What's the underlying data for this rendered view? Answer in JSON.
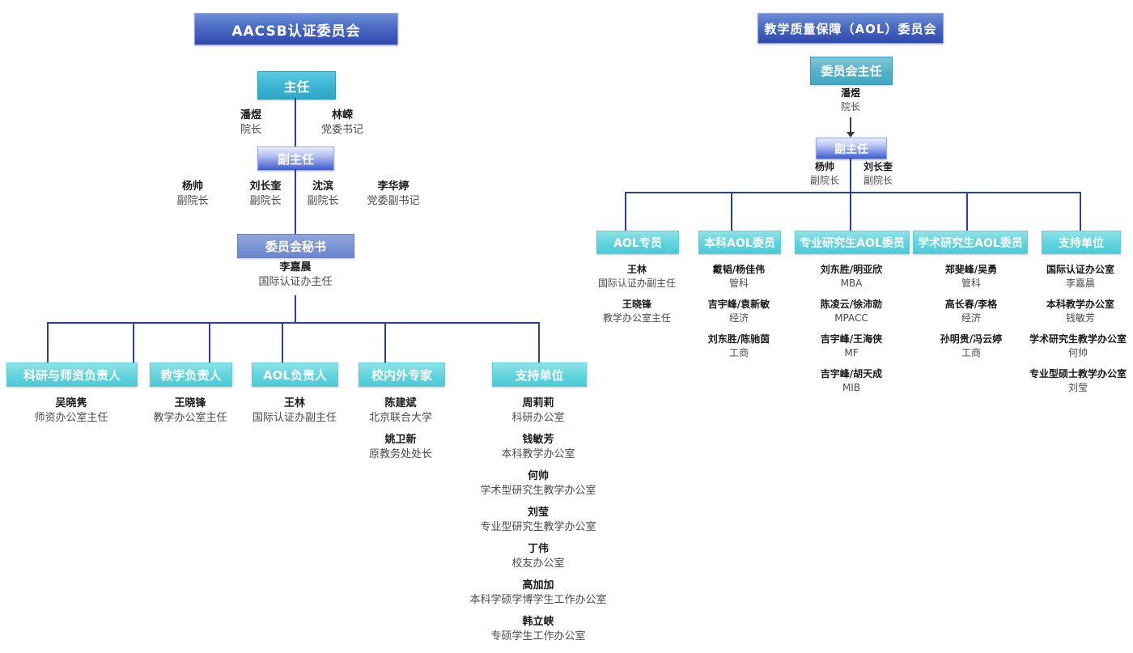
{
  "left_chart": {
    "banner": "AACSB认证委员会",
    "director_box": "主任",
    "director_people": [
      {
        "name": "潘煜",
        "role": "院长"
      },
      {
        "name": "林嵘",
        "role": "党委书记"
      }
    ],
    "vice_director_box": "副主任",
    "vice_director_people": [
      {
        "name": "杨帅",
        "role": "副院长"
      },
      {
        "name": "刘长奎",
        "role": "副院长"
      },
      {
        "name": "沈滨",
        "role": "副院长"
      },
      {
        "name": "李华婷",
        "role": "党委副书记"
      }
    ],
    "secretary_box": "委员会秘书",
    "secretary_person": {
      "name": "李嘉晨",
      "role": "国际认证办主任"
    },
    "columns": [
      {
        "title": "科研与师资负责人",
        "members": [
          {
            "name": "吴晓隽",
            "role": "师资办公室主任"
          }
        ]
      },
      {
        "title": "教学负责人",
        "members": [
          {
            "name": "王晓锋",
            "role": "教学办公室主任"
          }
        ]
      },
      {
        "title": "AOL负责人",
        "members": [
          {
            "name": "王林",
            "role": "国际认证办副主任"
          }
        ]
      },
      {
        "title": "校内外专家",
        "members": [
          {
            "name": "陈建斌",
            "role": "北京联合大学"
          },
          {
            "name": "姚卫新",
            "role": "原教务处处长"
          }
        ]
      },
      {
        "title": "支持单位",
        "members": [
          {
            "name": "周莉莉",
            "role": "科研办公室"
          },
          {
            "name": "钱敏芳",
            "role": "本科教学办公室"
          },
          {
            "name": "何帅",
            "role": "学术型研究生教学办公室"
          },
          {
            "name": "刘莹",
            "role": "专业型研究生教学办公室"
          },
          {
            "name": "丁伟",
            "role": "校友办公室"
          },
          {
            "name": "高加加",
            "role": "本科学硕学博学生工作办公室"
          },
          {
            "name": "韩立峡",
            "role": "专硕学生工作办公室"
          }
        ]
      }
    ]
  },
  "right_chart": {
    "banner": "教学质量保障（AOL）委员会",
    "director_box": "委员会主任",
    "director_person": {
      "name": "潘煜",
      "role": "院长"
    },
    "vice_director_box": "副主任",
    "vice_director_people": [
      {
        "name": "杨帅",
        "role": "副院长"
      },
      {
        "name": "刘长奎",
        "role": "副院长"
      }
    ],
    "columns": [
      {
        "title": "AOL专员",
        "members": [
          {
            "name": "王林",
            "role": "国际认证办副主任"
          },
          {
            "name": "王晓锋",
            "role": "教学办公室主任"
          }
        ]
      },
      {
        "title": "本科AOL委员",
        "members": [
          {
            "name": "戴韬/杨佳伟",
            "role": "管科"
          },
          {
            "name": "吉宇峰/袁新敏",
            "role": "经济"
          },
          {
            "name": "刘东胜/陈驰茵",
            "role": "工商"
          }
        ]
      },
      {
        "title": "专业研究生AOL委员",
        "members": [
          {
            "name": "刘东胜/明亚欣",
            "role": "MBA"
          },
          {
            "name": "陈凌云/徐沛勍",
            "role": "MPACC"
          },
          {
            "name": "吉宇峰/王海侠",
            "role": "MF"
          },
          {
            "name": "吉宇峰/胡天成",
            "role": "MIB"
          }
        ]
      },
      {
        "title": "学术研究生AOL委员",
        "members": [
          {
            "name": "郑斐峰/吴勇",
            "role": "管科"
          },
          {
            "name": "高长春/李格",
            "role": "经济"
          },
          {
            "name": "孙明贵/冯云婷",
            "role": "工商"
          }
        ]
      },
      {
        "title": "支持单位",
        "members": [
          {
            "name": "国际认证办公室",
            "role": "李嘉晨"
          },
          {
            "name": "本科教学办公室",
            "role": "钱敏芳"
          },
          {
            "name": "学术研究生教学办公室",
            "role": "何帅"
          },
          {
            "name": "专业型硕士教学办公室",
            "role": "刘莹"
          }
        ]
      }
    ]
  },
  "colors": {
    "line": "#2b3f9e",
    "banner_blue": "#2f49ad",
    "teal": "#3bb6d4",
    "teal_light": "#5fd4dd",
    "blue": "#3f5ccd"
  }
}
